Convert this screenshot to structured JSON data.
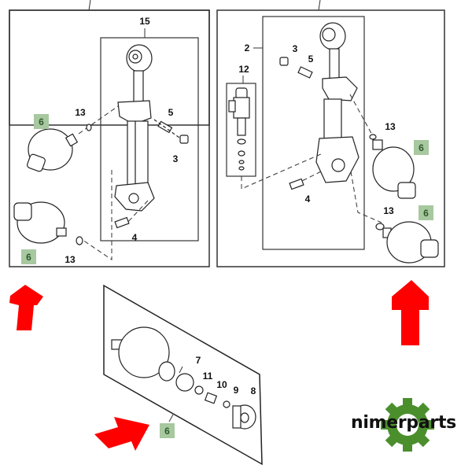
{
  "diagram": {
    "type": "exploded-parts-diagram",
    "panels": [
      {
        "id": "left-cylinder-panel",
        "assembly_callout": "15"
      },
      {
        "id": "right-cylinder-panel",
        "assembly_callout": "2"
      },
      {
        "id": "accumulator-detail-panel"
      }
    ],
    "callouts": {
      "left": {
        "c15": "15",
        "c13a": "13",
        "c5": "5",
        "c3": "3",
        "c4": "4",
        "c13b": "13"
      },
      "right": {
        "c2": "2",
        "c3": "3",
        "c5": "5",
        "c12": "12",
        "c13a": "13",
        "c4": "4",
        "c13b": "13"
      },
      "detail": {
        "c7": "7",
        "c11": "11",
        "c10": "10",
        "c9": "9",
        "c8": "8"
      }
    },
    "highlighted_tags": {
      "left_top": "6",
      "left_bottom": "6",
      "right_top": "6",
      "right_bottom": "6",
      "detail": "6"
    },
    "colors": {
      "tag_fill": "#a8c8a0",
      "tag_text": "#2d5a2a",
      "arrow": "#ff0000",
      "line": "#222222",
      "logo_gear": "#4a8f2c"
    }
  },
  "logo": {
    "text": "nimerparts"
  }
}
